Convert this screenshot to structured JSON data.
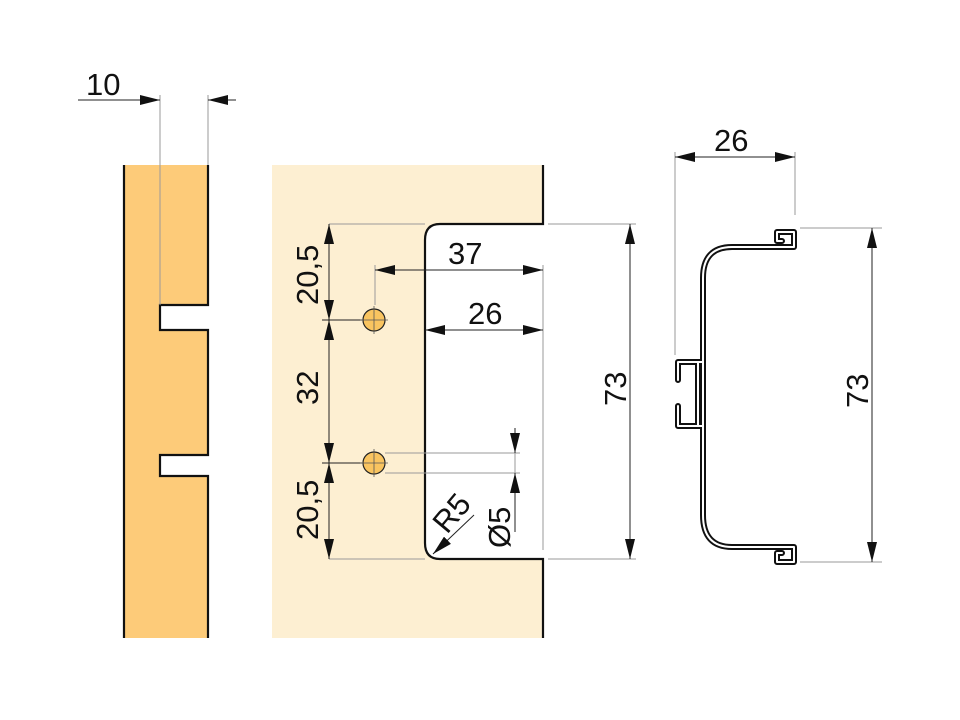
{
  "colors": {
    "panel_side": "#FDCB79",
    "panel_back": "#FDEFD2",
    "hole": "#F9C460",
    "line": "#111111"
  },
  "side_view": {
    "thickness_label": "10"
  },
  "front_view": {
    "top_offset_label": "20,5",
    "hole_spacing_label": "32",
    "bottom_offset_label": "20,5",
    "hole_distance_label": "37",
    "cutout_depth_label": "26",
    "cutout_height_label": "73",
    "radius_label": "R5",
    "hole_diameter_label": "Ø5"
  },
  "profile_view": {
    "width_label": "26",
    "height_label": "73"
  }
}
